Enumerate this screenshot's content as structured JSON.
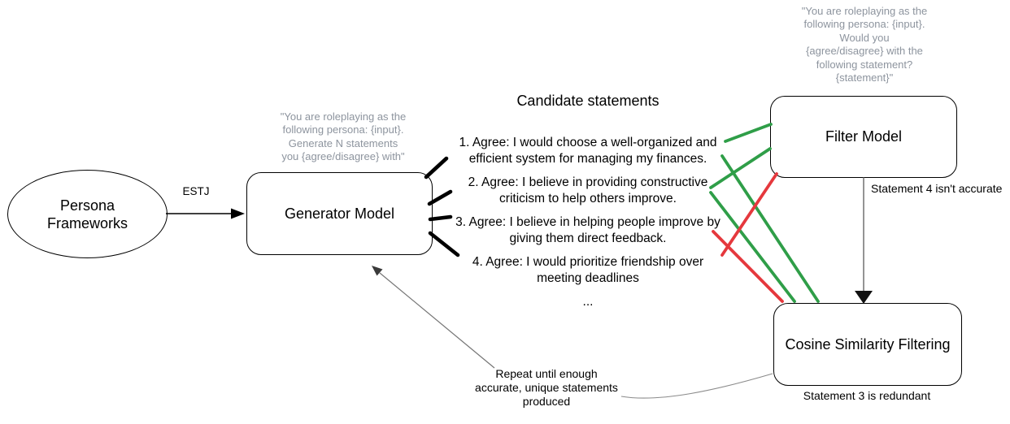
{
  "diagram": {
    "persona_node": {
      "lines": [
        "Persona",
        "Frameworks"
      ]
    },
    "estj_label": "ESTJ",
    "generator": {
      "label": "Generator Model",
      "prompt_lines": [
        "\"You are roleplaying as the",
        "following persona: {input}.",
        "Generate N statements",
        "you {agree/disagree} with\""
      ]
    },
    "filter": {
      "label": "Filter Model",
      "prompt_lines": [
        "\"You are roleplaying as the",
        "following persona: {input}.",
        "Would you",
        "{agree/disagree} with the",
        "following statement?",
        "{statement}\""
      ],
      "note": "Statement 4 isn't accurate"
    },
    "cosine": {
      "label": "Cosine Similarity Filtering",
      "note": "Statement 3 is redundant"
    },
    "candidates": {
      "title": "Candidate statements",
      "items": [
        {
          "lines": [
            "1. Agree: I would choose a well-organized and",
            "efficient system for managing my finances."
          ]
        },
        {
          "lines": [
            "2. Agree: I believe in providing constructive",
            "criticism to help others improve."
          ]
        },
        {
          "lines": [
            "3. Agree: I believe in helping people improve by",
            "giving them direct feedback."
          ]
        },
        {
          "lines": [
            "4. Agree: I would prioritize friendship over",
            "meeting deadlines"
          ]
        }
      ],
      "ellipsis": "..."
    },
    "repeat_note_lines": [
      "Repeat until enough",
      "accurate, unique statements",
      "produced"
    ],
    "colors": {
      "accept_green": "#2f9e48",
      "reject_red": "#e5383d",
      "prompt_gray": "#8d949e"
    },
    "connections": [
      {
        "from": "statement-1",
        "to": "filter-model",
        "color": "#2f9e48"
      },
      {
        "from": "statement-2",
        "to": "filter-model",
        "color": "#2f9e48"
      },
      {
        "from": "statement-1",
        "to": "cosine-similarity-filtering",
        "color": "#2f9e48"
      },
      {
        "from": "statement-2",
        "to": "cosine-similarity-filtering",
        "color": "#2f9e48"
      },
      {
        "from": "filter-model",
        "to": "statement-4",
        "color": "#e5383d"
      },
      {
        "from": "statement-3",
        "to": "cosine-similarity-filtering",
        "color": "#e5383d"
      }
    ]
  }
}
